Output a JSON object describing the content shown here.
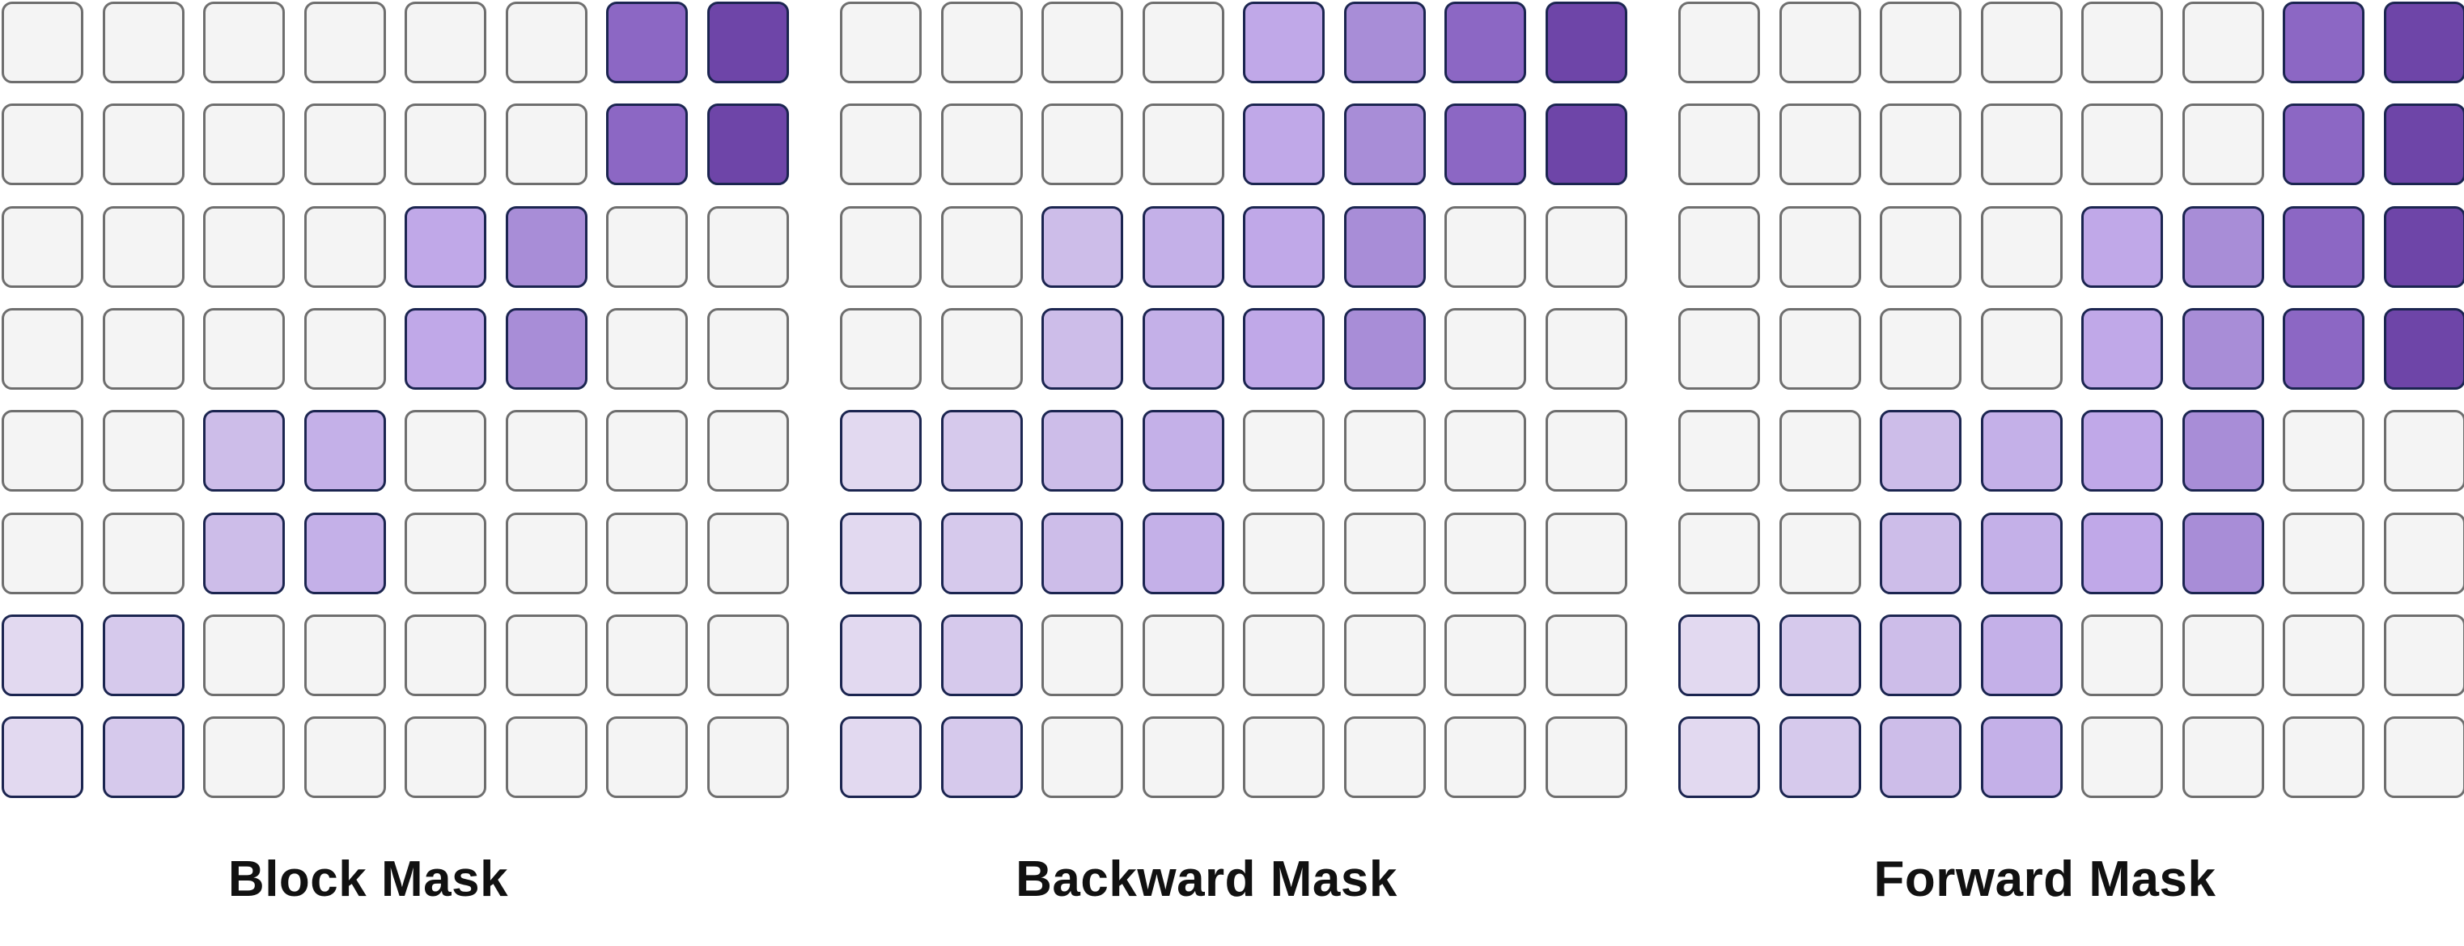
{
  "colors": {
    "empty_fill": "#f4f4f4",
    "empty_border": "#6e6e6e",
    "active_border": "#1b2550",
    "level_fills": [
      "#f4f4f4",
      "#e2d9f0",
      "#d6c9ec",
      "#cdbde9",
      "#c4b0e8",
      "#c0a8e8",
      "#a88dd7",
      "#8c67c4",
      "#6e45a8"
    ]
  },
  "panels": [
    {
      "title": "Block Mask",
      "matrix": [
        [
          0,
          0,
          0,
          0,
          0,
          0,
          7,
          8
        ],
        [
          0,
          0,
          0,
          0,
          0,
          0,
          7,
          8
        ],
        [
          0,
          0,
          0,
          0,
          5,
          6,
          0,
          0
        ],
        [
          0,
          0,
          0,
          0,
          5,
          6,
          0,
          0
        ],
        [
          0,
          0,
          3,
          4,
          0,
          0,
          0,
          0
        ],
        [
          0,
          0,
          3,
          4,
          0,
          0,
          0,
          0
        ],
        [
          1,
          2,
          0,
          0,
          0,
          0,
          0,
          0
        ],
        [
          1,
          2,
          0,
          0,
          0,
          0,
          0,
          0
        ]
      ]
    },
    {
      "title": "Backward Mask",
      "matrix": [
        [
          0,
          0,
          0,
          0,
          5,
          6,
          7,
          8
        ],
        [
          0,
          0,
          0,
          0,
          5,
          6,
          7,
          8
        ],
        [
          0,
          0,
          3,
          4,
          5,
          6,
          0,
          0
        ],
        [
          0,
          0,
          3,
          4,
          5,
          6,
          0,
          0
        ],
        [
          1,
          2,
          3,
          4,
          0,
          0,
          0,
          0
        ],
        [
          1,
          2,
          3,
          4,
          0,
          0,
          0,
          0
        ],
        [
          1,
          2,
          0,
          0,
          0,
          0,
          0,
          0
        ],
        [
          1,
          2,
          0,
          0,
          0,
          0,
          0,
          0
        ]
      ]
    },
    {
      "title": "Forward Mask",
      "matrix": [
        [
          0,
          0,
          0,
          0,
          0,
          0,
          7,
          8
        ],
        [
          0,
          0,
          0,
          0,
          0,
          0,
          7,
          8
        ],
        [
          0,
          0,
          0,
          0,
          5,
          6,
          7,
          8
        ],
        [
          0,
          0,
          0,
          0,
          5,
          6,
          7,
          8
        ],
        [
          0,
          0,
          3,
          4,
          5,
          6,
          0,
          0
        ],
        [
          0,
          0,
          3,
          4,
          5,
          6,
          0,
          0
        ],
        [
          1,
          2,
          3,
          4,
          0,
          0,
          0,
          0
        ],
        [
          1,
          2,
          3,
          4,
          0,
          0,
          0,
          0
        ]
      ]
    }
  ]
}
